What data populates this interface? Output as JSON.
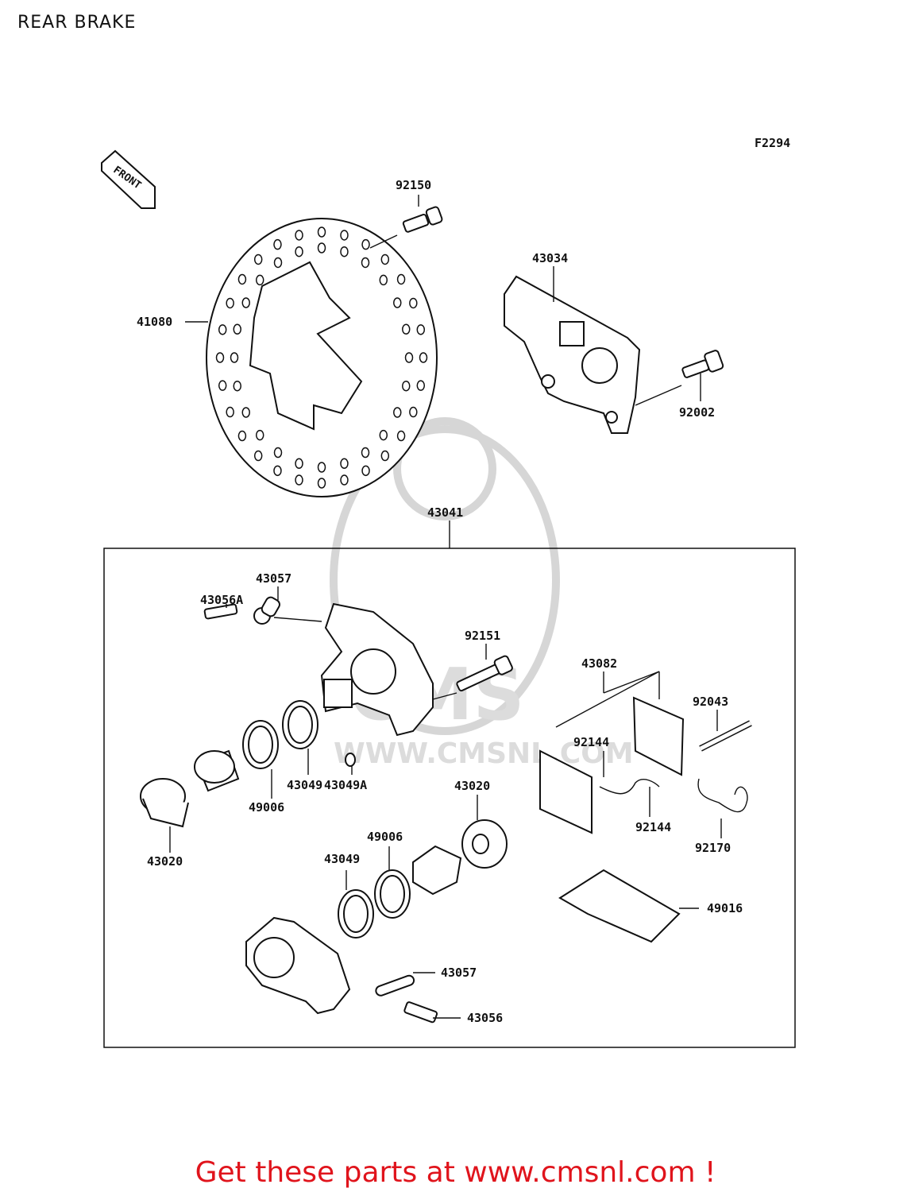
{
  "title": "REAR BRAKE",
  "figure_code": "F2294",
  "front_arrow_text": "FRONT",
  "watermark": {
    "brand": "CMS",
    "site": "WWW.CMSNL.COM"
  },
  "footer": "Get these parts at www.cmsnl.com !",
  "parts": [
    {
      "key": "p92150",
      "label": "92150"
    },
    {
      "key": "p41080",
      "label": "41080"
    },
    {
      "key": "p43034",
      "label": "43034"
    },
    {
      "key": "p92002",
      "label": "92002"
    },
    {
      "key": "p43041",
      "label": "43041"
    },
    {
      "key": "p43057a",
      "label": "43057"
    },
    {
      "key": "p43056A",
      "label": "43056A"
    },
    {
      "key": "p92151",
      "label": "92151"
    },
    {
      "key": "p43082",
      "label": "43082"
    },
    {
      "key": "p92043",
      "label": "92043"
    },
    {
      "key": "p92144a",
      "label": "92144"
    },
    {
      "key": "p92144b",
      "label": "92144"
    },
    {
      "key": "p49006a",
      "label": "49006"
    },
    {
      "key": "p43049a",
      "label": "43049"
    },
    {
      "key": "p43049A",
      "label": "43049A"
    },
    {
      "key": "p43020a",
      "label": "43020"
    },
    {
      "key": "p43020b",
      "label": "43020"
    },
    {
      "key": "p92170",
      "label": "92170"
    },
    {
      "key": "p49006b",
      "label": "49006"
    },
    {
      "key": "p43049b",
      "label": "43049"
    },
    {
      "key": "p49016",
      "label": "49016"
    },
    {
      "key": "p43057b",
      "label": "43057"
    },
    {
      "key": "p43056",
      "label": "43056"
    }
  ]
}
